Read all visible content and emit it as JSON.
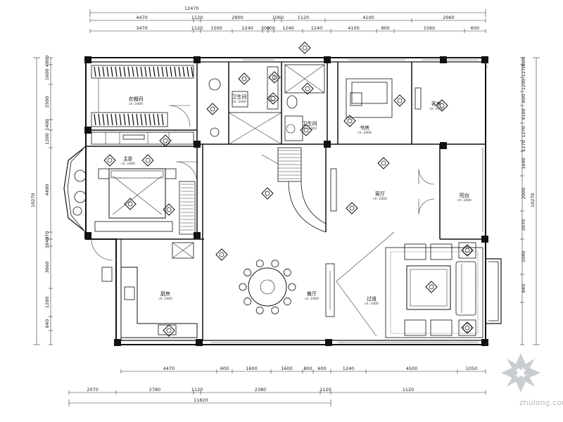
{
  "dimensions": {
    "top_overall": "12470",
    "top_row1": [
      "4470",
      "1120",
      "2900",
      "1060",
      "1120",
      "4100",
      "2060"
    ],
    "top_row2": [
      "3470",
      "1120",
      "1500",
      "1240",
      "300",
      "300",
      "1240",
      "1240",
      "4100",
      "900",
      "1560",
      "600"
    ],
    "bottom_row1": [
      "4470",
      "600",
      "1600",
      "1600",
      "800",
      "600",
      "1240",
      "4500",
      "1050"
    ],
    "bottom_row2": [
      "2070",
      "2780",
      "1120",
      "2380",
      "1120",
      "1120"
    ],
    "bottom_overall": "11820",
    "left_overall": "10270",
    "left_parts": [
      "4800",
      "1600",
      "2500",
      "1400",
      "1200",
      "4480",
      "570",
      "3840",
      "3660",
      "1280",
      "840"
    ],
    "right_overall": "10270",
    "right_parts": [
      "600",
      "1270",
      "1290",
      "600",
      "4100",
      "1270",
      "1270",
      "1640",
      "2000",
      "2070",
      "1040",
      "840"
    ]
  },
  "rooms": [
    {
      "id": "cloakroom",
      "label": "衣帽间",
      "sub": "ch: 2400"
    },
    {
      "id": "bath",
      "label": "卫生间",
      "sub": "ch: 2400"
    },
    {
      "id": "master-bed",
      "label": "主卧",
      "sub": "ch: 2400"
    },
    {
      "id": "study",
      "label": "书房",
      "sub": "ch: 2400"
    },
    {
      "id": "guest",
      "label": "客房",
      "sub": "ch: 2400"
    },
    {
      "id": "bath2",
      "label": "卫生间",
      "sub": "ch: 2400"
    },
    {
      "id": "kitchen",
      "label": "厨房",
      "sub": "ch: 2400"
    },
    {
      "id": "dining",
      "label": "餐厅",
      "sub": "ch: 2400"
    },
    {
      "id": "living",
      "label": "客厅",
      "sub": "ch: 2400"
    },
    {
      "id": "hall",
      "label": "过道",
      "sub": "ch: 2400"
    },
    {
      "id": "balcony",
      "label": "阳台",
      "sub": "ch: 2400"
    }
  ],
  "watermark": "zhulong.com"
}
